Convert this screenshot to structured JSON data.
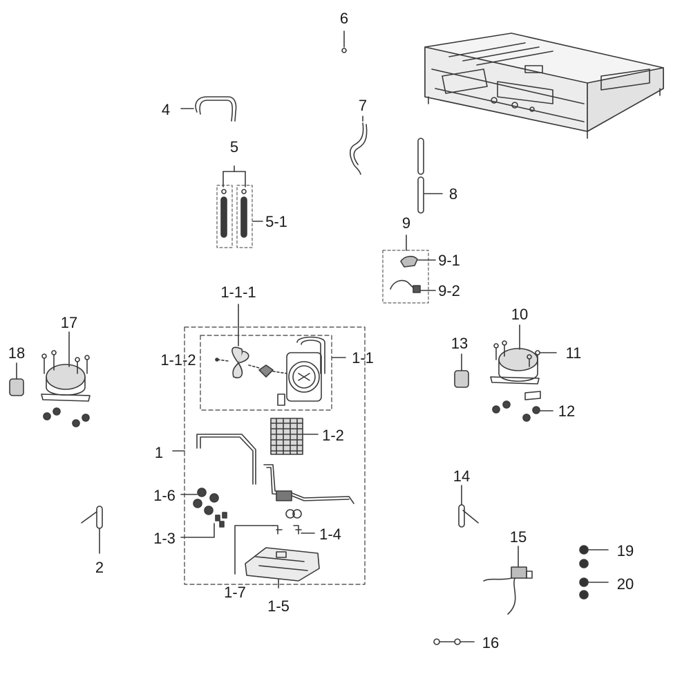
{
  "diagram": {
    "stroke_color": "#3a3a3a",
    "label_color": "#1a1a1a",
    "labels": {
      "l1": "1",
      "l1_1": "1-1",
      "l1_1_1": "1-1-1",
      "l1_1_2": "1-1-2",
      "l1_2": "1-2",
      "l1_3": "1-3",
      "l1_4": "1-4",
      "l1_5": "1-5",
      "l1_6": "1-6",
      "l1_7": "1-7",
      "l2": "2",
      "l4": "4",
      "l5": "5",
      "l5_1": "5-1",
      "l6": "6",
      "l7": "7",
      "l8": "8",
      "l9": "9",
      "l9_1": "9-1",
      "l9_2": "9-2",
      "l10": "10",
      "l11": "11",
      "l12": "12",
      "l13": "13",
      "l14": "14",
      "l15": "15",
      "l16": "16",
      "l17": "17",
      "l18": "18",
      "l19": "19",
      "l20": "20"
    }
  }
}
